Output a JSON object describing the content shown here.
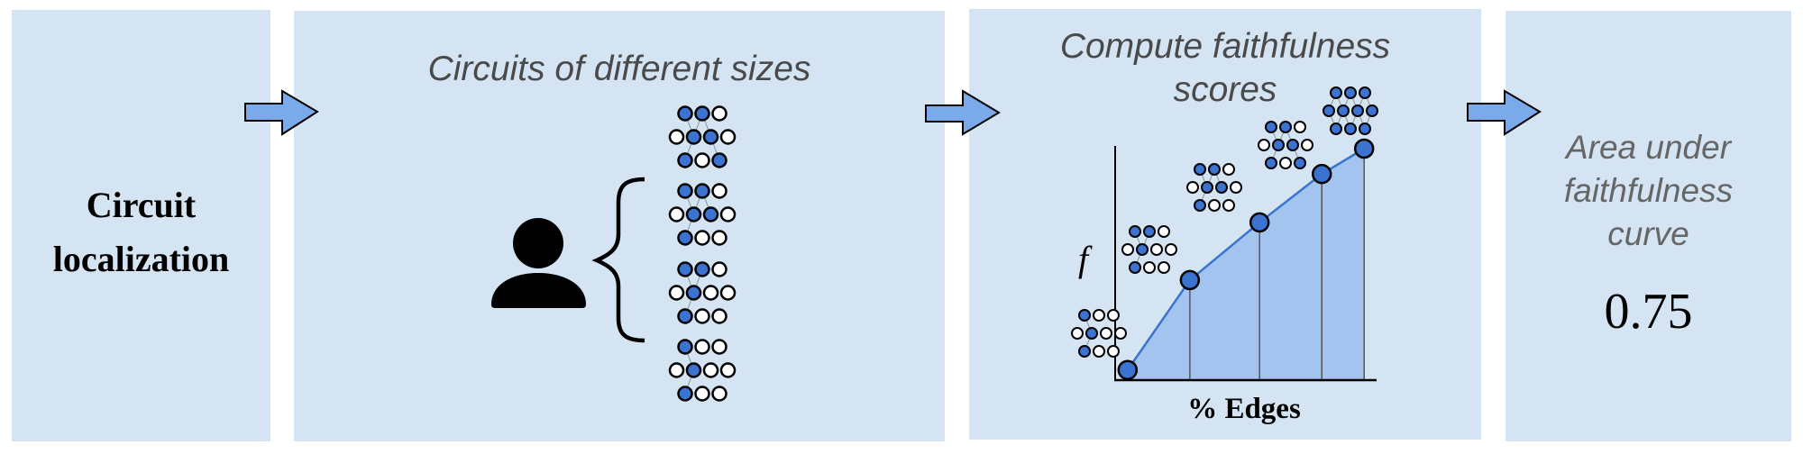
{
  "panels": {
    "localization": {
      "title": "Circuit localization"
    },
    "circuits": {
      "title": "Circuits of different sizes",
      "icons": [
        "person-icon",
        "curly-brace-icon"
      ],
      "circuit_count": 4
    },
    "faithfulness": {
      "title_line1": "Compute faithfulness",
      "title_line2": "scores"
    },
    "area": {
      "title_line1": "Area under",
      "title_line2": "faithfulness",
      "title_line3": "curve",
      "value": "0.75"
    }
  },
  "arrows": [
    "arrow-right-icon",
    "arrow-right-icon",
    "arrow-right-icon"
  ],
  "colors": {
    "panel_bg": "#d4e4f3",
    "arrow_fill": "#7aaaea",
    "node_active": "#3b73d0",
    "node_inactive": "#ffffff",
    "area_fill": "#a3c4ee",
    "curve": "#3b73d0"
  },
  "circuits_panel": [
    {
      "rows": [
        [
          1,
          1,
          0
        ],
        [
          0,
          1,
          1,
          0
        ],
        [
          1,
          0,
          1
        ]
      ]
    },
    {
      "rows": [
        [
          1,
          1,
          0
        ],
        [
          0,
          1,
          1,
          0
        ],
        [
          1,
          0,
          0
        ]
      ]
    },
    {
      "rows": [
        [
          1,
          1,
          0
        ],
        [
          0,
          1,
          0,
          0
        ],
        [
          1,
          0,
          0
        ]
      ]
    },
    {
      "rows": [
        [
          1,
          0,
          0
        ],
        [
          0,
          1,
          0,
          0
        ],
        [
          1,
          0,
          0
        ]
      ]
    }
  ],
  "chart_data": {
    "type": "area",
    "title": "Compute faithfulness scores",
    "xlabel": "% Edges",
    "ylabel": "f",
    "x": [
      0.05,
      0.3,
      0.58,
      0.83,
      1.0
    ],
    "y": [
      0.04,
      0.43,
      0.68,
      0.89,
      1.0
    ],
    "xlim": [
      0,
      1.05
    ],
    "ylim": [
      0,
      1.0
    ],
    "grid": false,
    "area_under_curve": 0.75,
    "point_circuits": [
      {
        "rows": [
          [
            1,
            0,
            0
          ],
          [
            0,
            1,
            0,
            0
          ],
          [
            1,
            0,
            0
          ]
        ]
      },
      {
        "rows": [
          [
            1,
            1,
            0
          ],
          [
            0,
            1,
            0,
            0
          ],
          [
            1,
            0,
            0
          ]
        ]
      },
      {
        "rows": [
          [
            1,
            1,
            0
          ],
          [
            0,
            1,
            1,
            0
          ],
          [
            1,
            0,
            0
          ]
        ]
      },
      {
        "rows": [
          [
            1,
            1,
            0
          ],
          [
            0,
            1,
            1,
            0
          ],
          [
            1,
            0,
            1
          ]
        ]
      },
      {
        "rows": [
          [
            1,
            1,
            1
          ],
          [
            1,
            1,
            1,
            1
          ],
          [
            1,
            1,
            1
          ]
        ]
      }
    ]
  }
}
